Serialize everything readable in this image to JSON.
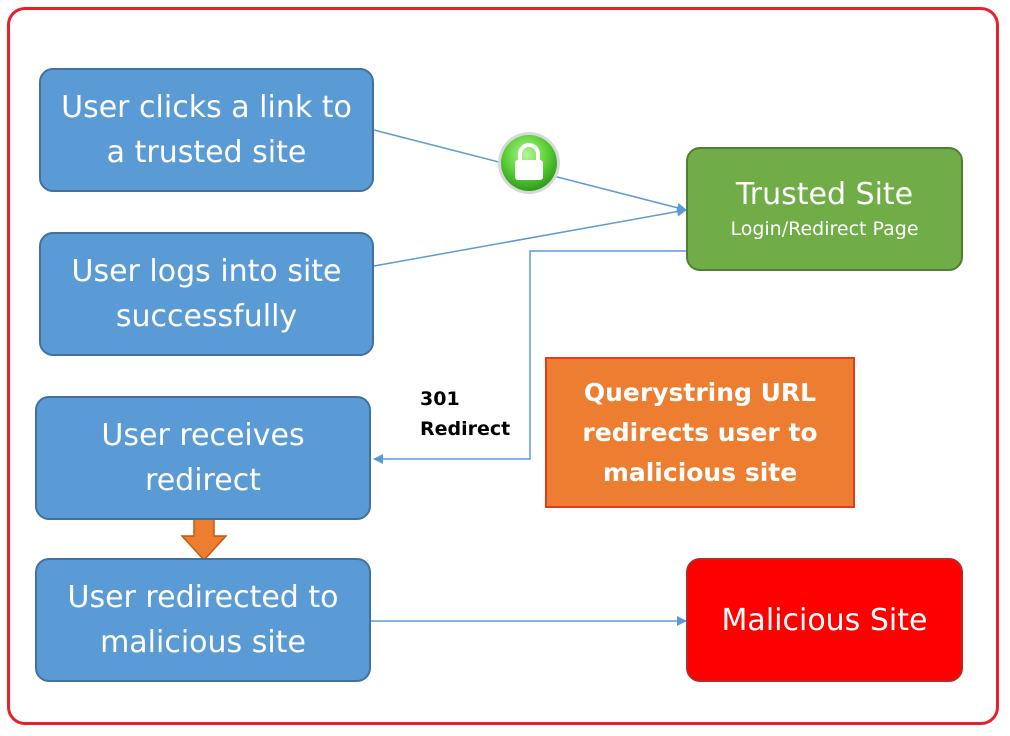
{
  "nodes": {
    "user_clicks": "User clicks a link to a trusted site",
    "user_logs": "User logs into site successfully",
    "user_receives": "User receives redirect",
    "user_redirected": "User redirected to malicious site",
    "trusted_title": "Trusted Site",
    "trusted_subtitle": "Login/Redirect Page",
    "querystring_note": "Querystring URL redirects user to malicious site",
    "malicious_site": "Malicious Site"
  },
  "edge_label": {
    "line1": "301",
    "line2": "Redirect"
  },
  "icons": {
    "lock": "lock-icon",
    "down_arrow": "down-arrow-icon"
  },
  "colors": {
    "frame": "#e8202a",
    "user_box": "#5b9bd5",
    "trusted_box": "#70ad47",
    "note_box": "#ed7d31",
    "malicious_box": "#ff0000",
    "connector": "#5b9bd5",
    "down_arrow": "#ed7d31",
    "lock": "#5fd33a"
  }
}
